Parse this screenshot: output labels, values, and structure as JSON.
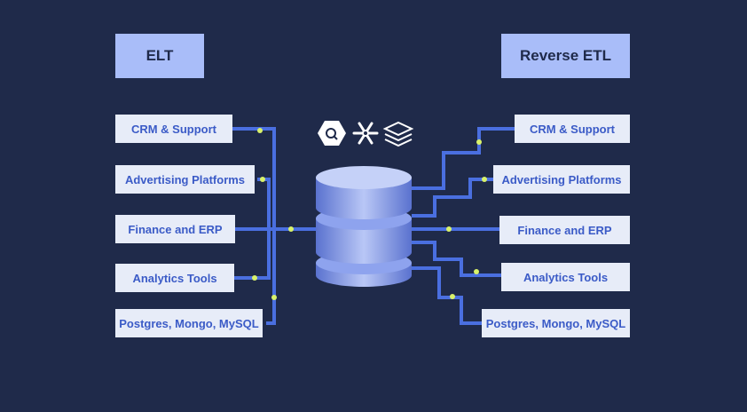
{
  "elt": {
    "title": "ELT",
    "sources": [
      "CRM & Support",
      "Advertising Platforms",
      "Finance and ERP",
      "Analytics Tools",
      "Postgres, Mongo, MySQL"
    ]
  },
  "reverse_etl": {
    "title": "Reverse ETL",
    "destinations": [
      "CRM & Support",
      "Advertising Platforms",
      "Finance and ERP",
      "Analytics Tools",
      "Postgres, Mongo, MySQL"
    ]
  },
  "logos": [
    "bigquery-icon",
    "snowflake-icon",
    "databricks-icon"
  ],
  "colors": {
    "background": "#1f2a4a",
    "header": "#a9bdf9",
    "box": "#e7ecf8",
    "text": "#3b5bc7",
    "line": "#4a6fe0",
    "dot": "#d9f26a"
  }
}
